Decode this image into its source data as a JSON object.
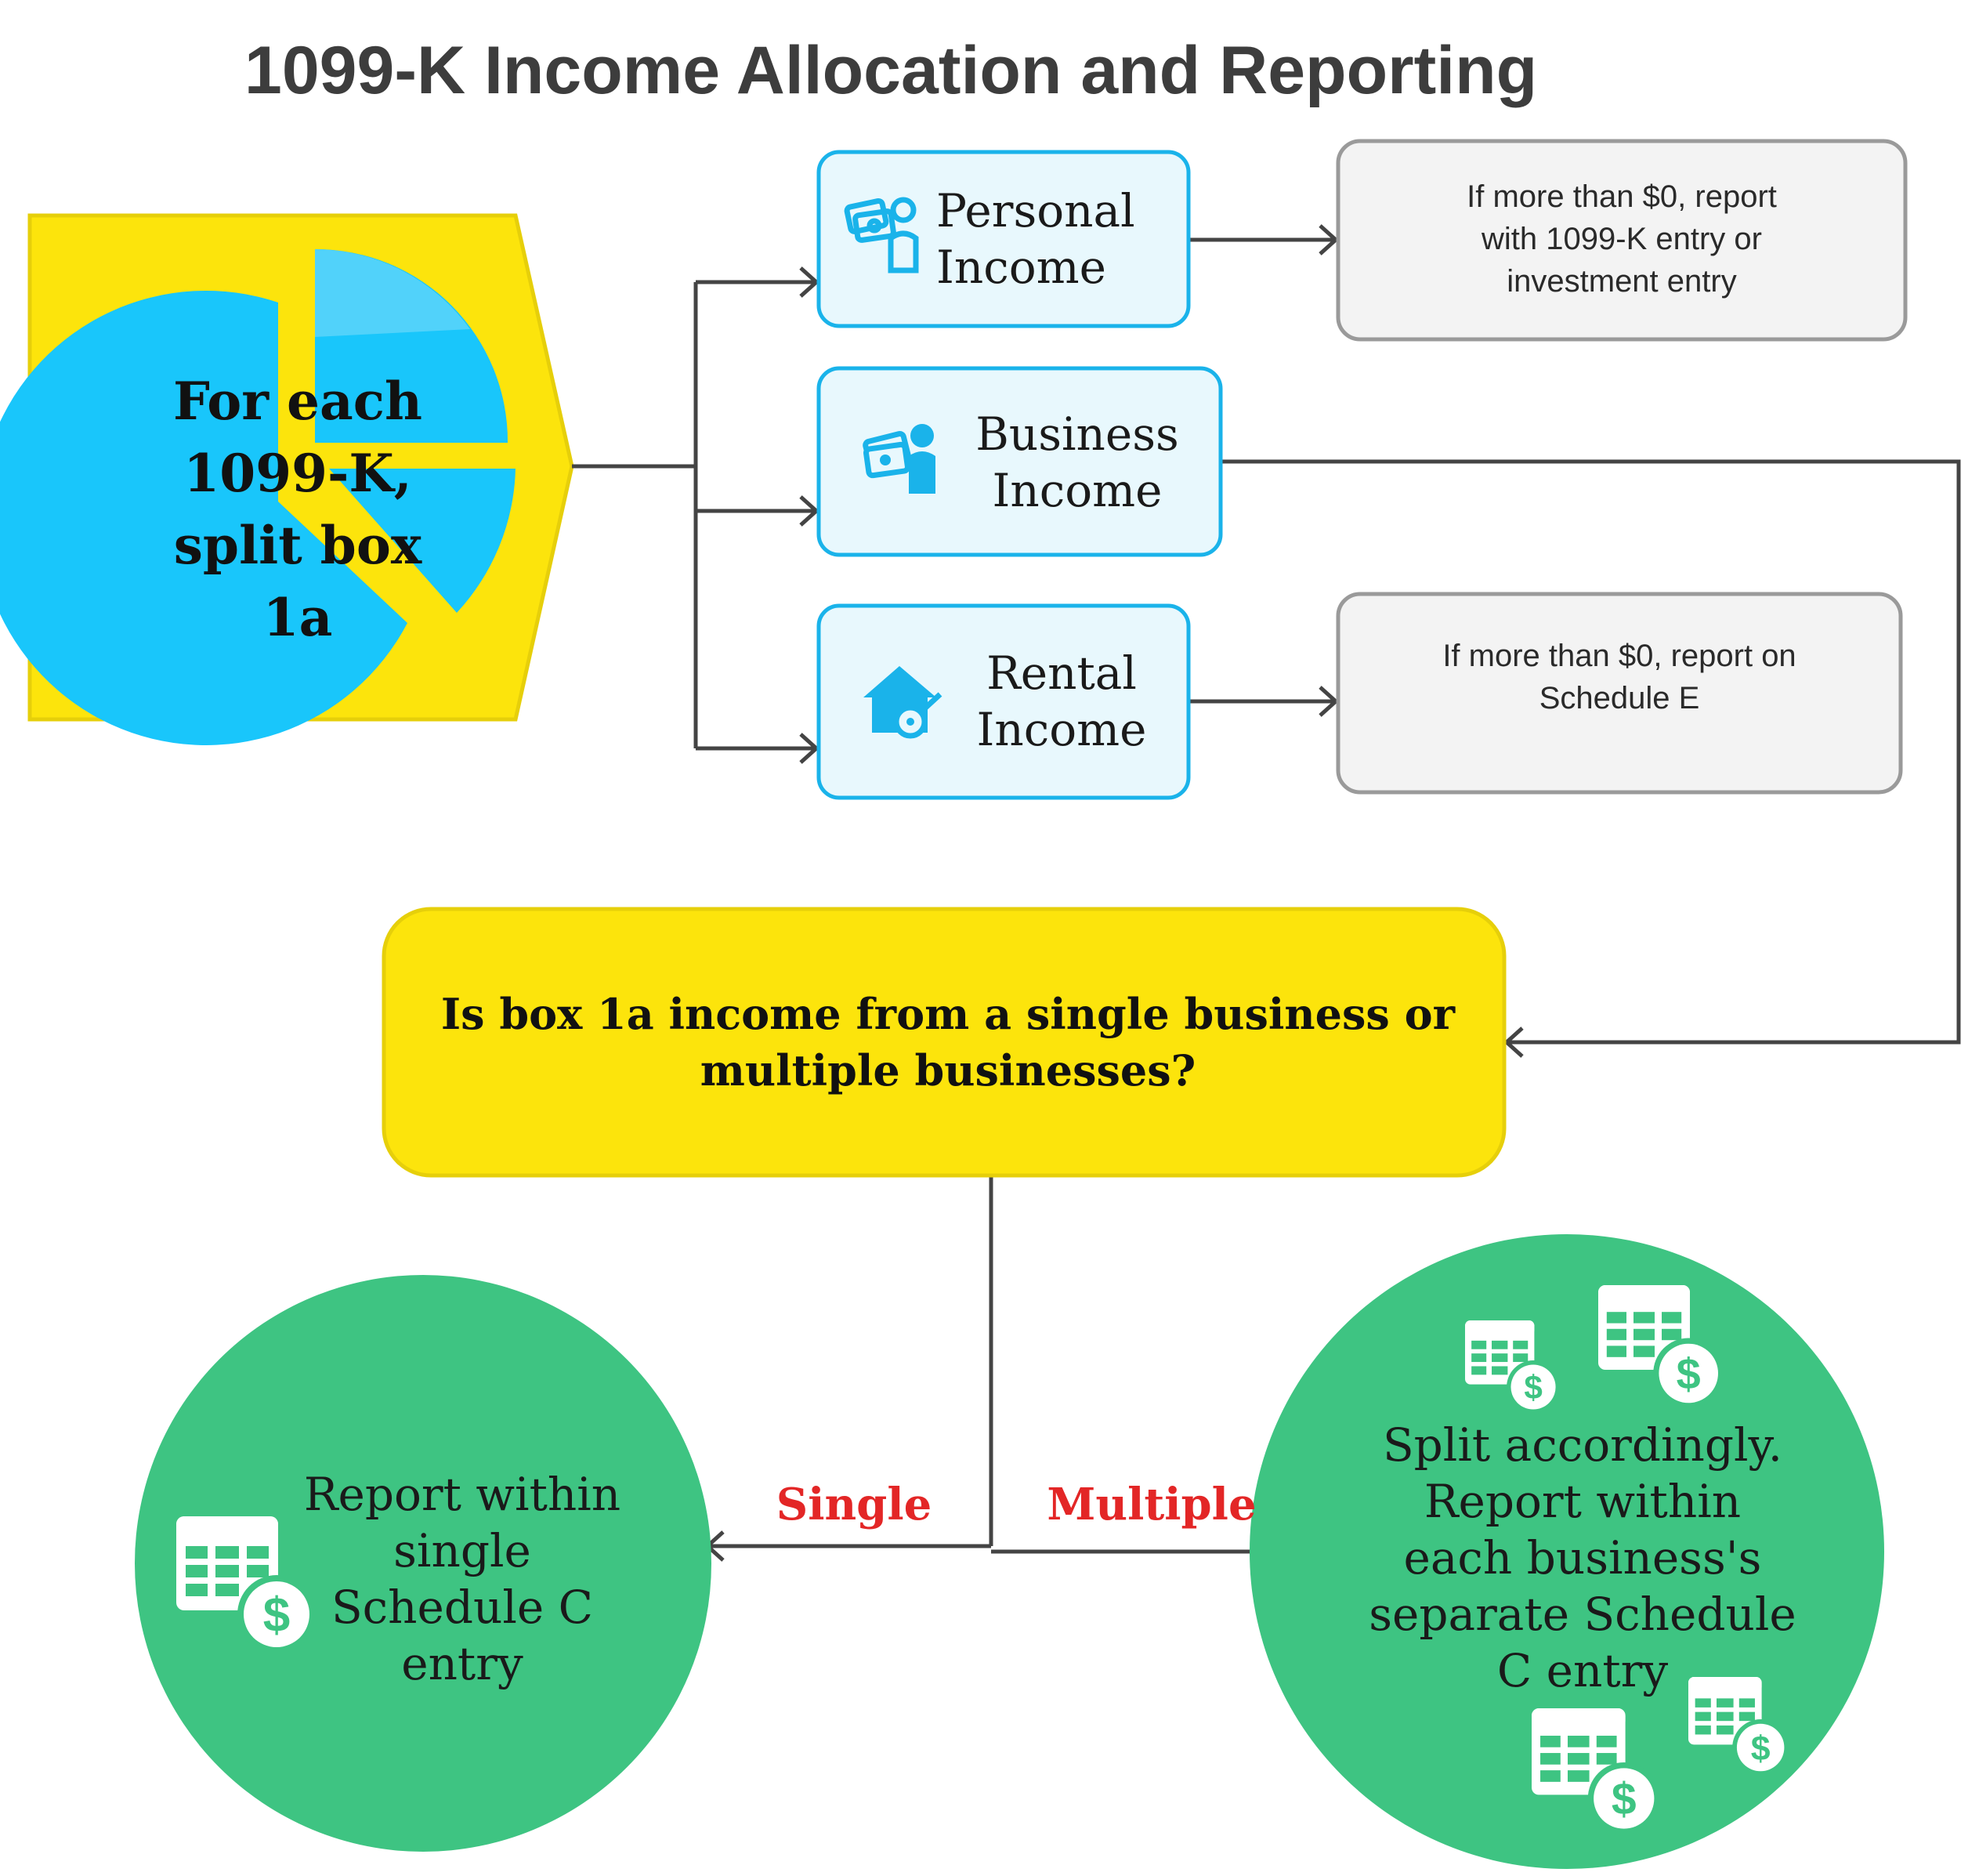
{
  "title": "1099-K Income Allocation and Reporting",
  "start": {
    "label": "For each 1099-K, split box 1a",
    "lines": [
      "For each",
      "1099-K,",
      "split box",
      "1a"
    ]
  },
  "categories": [
    {
      "id": "personal",
      "lines": [
        "Personal",
        "Income"
      ],
      "icon": "person-money-icon"
    },
    {
      "id": "business",
      "lines": [
        "Business",
        "Income"
      ],
      "icon": "business-money-icon"
    },
    {
      "id": "rental",
      "lines": [
        "Rental",
        "Income"
      ],
      "icon": "house-key-icon"
    }
  ],
  "notes": {
    "personal": [
      "If more than $0, report",
      "with 1099-K entry or",
      "investment entry"
    ],
    "rental": [
      "If more than $0, report on",
      "Schedule E"
    ]
  },
  "question": {
    "lines": [
      "Is box 1a income from a single business or",
      "multiple businesses?"
    ]
  },
  "branches": {
    "single": "Single",
    "multiple": "Multiple"
  },
  "results": {
    "single": {
      "lines": [
        "Report within",
        "single",
        "Schedule C",
        "entry"
      ],
      "icon": "spreadsheet-dollar-icon"
    },
    "multiple": {
      "lines": [
        "Split accordingly.",
        "Report within",
        "each business's",
        "separate Schedule",
        "C entry"
      ],
      "icon": "spreadsheet-dollar-icon"
    }
  },
  "colors": {
    "yellow": "#fce40c",
    "yellow_border": "#e6cf0a",
    "pie_blue": "#19c6fb",
    "card_fill": "#e8f8fd",
    "card_border": "#1ab3ea",
    "note_fill": "#f3f3f3",
    "note_border": "#9a9a9a",
    "green": "#3ec482",
    "connector": "#444444",
    "label_red": "#e32626"
  }
}
